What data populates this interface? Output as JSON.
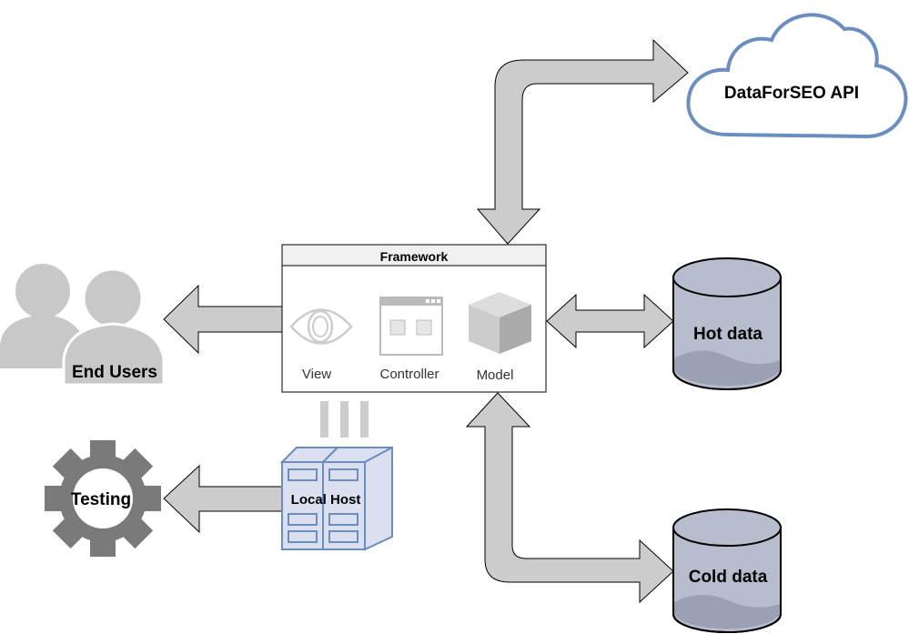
{
  "diagram": {
    "framework": {
      "title": "Framework",
      "components": [
        {
          "label": "View",
          "icon": "eye-icon"
        },
        {
          "label": "Controller",
          "icon": "browser-window-icon"
        },
        {
          "label": "Model",
          "icon": "cube-icon"
        }
      ]
    },
    "nodes": {
      "api": {
        "label": "DataForSEO API",
        "icon": "cloud-icon"
      },
      "hot_data": {
        "label": "Hot data",
        "icon": "database-icon"
      },
      "cold_data": {
        "label": "Cold data",
        "icon": "database-icon"
      },
      "end_users": {
        "label": "End Users",
        "icon": "users-icon"
      },
      "testing": {
        "label": "Testing",
        "icon": "gear-icon"
      },
      "local_host": {
        "label": "Local Host",
        "icon": "server-rack-icon"
      }
    },
    "edges": [
      {
        "from": "Framework",
        "to": "DataForSEO API",
        "direction": "both"
      },
      {
        "from": "Framework",
        "to": "Hot data",
        "direction": "both"
      },
      {
        "from": "Framework",
        "to": "Cold data",
        "direction": "both"
      },
      {
        "from": "Framework",
        "to": "End Users",
        "direction": "forward"
      },
      {
        "from": "Local Host",
        "to": "Testing",
        "direction": "forward"
      }
    ],
    "colors": {
      "arrow_fill": "#cccccc",
      "arrow_stroke": "#000000",
      "cloud_stroke": "#6c8ebf",
      "db_fill": "#b7bdcd",
      "db_bottom": "#9aa1b5",
      "server_fill": "#dae0ef",
      "server_stroke": "#6c8ebf",
      "gear_fill": "#7a7a7a",
      "users_fill": "#c8c8c8"
    }
  }
}
